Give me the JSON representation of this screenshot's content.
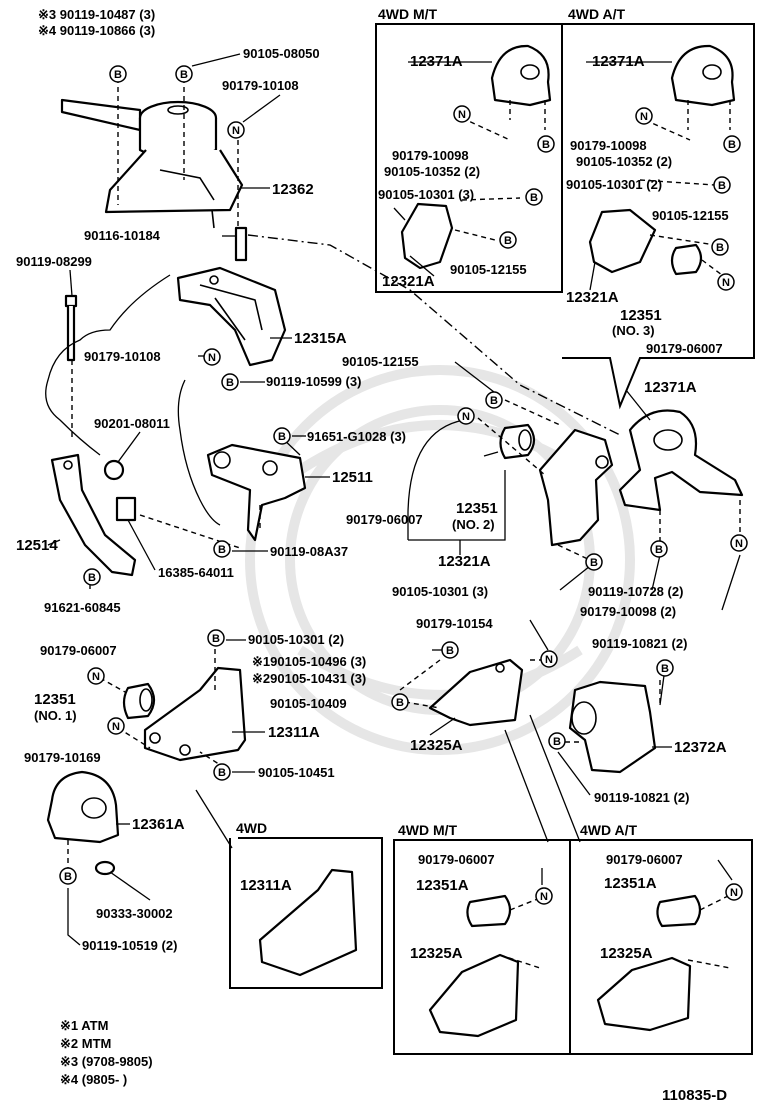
{
  "symbols": {
    "bolt": "B",
    "nut": "N"
  },
  "labels": {
    "note3_part": "※3 90119-10487 (3)",
    "note4_part": "※4 90119-10866 (3)",
    "p90105_08050": "90105-08050",
    "p90179_10108_top": "90179-10108",
    "p12362": "12362",
    "p90116_10184": "90116-10184",
    "p90119_08299": "90119-08299",
    "p12315A": "12315A",
    "p90179_10108_mid": "90179-10108",
    "p90119_10599": "90119-10599 (3)",
    "p90105_12155_mid": "90105-12155",
    "p90201_08011": "90201-08011",
    "p91651_G1028": "91651-G1028 (3)",
    "p12511": "12511",
    "p12514": "12514",
    "p90119_08A37": "90119-08A37",
    "p16385_64011": "16385-64011",
    "p91621_60845": "91621-60845",
    "p12371A_main": "12371A",
    "p90179_06007_mid": "90179-06007",
    "p12351_no2_a": "12351",
    "p12351_no2_b": "(NO. 2)",
    "p12321A_main": "12321A",
    "p90105_10301_main": "90105-10301 (3)",
    "p90119_10728": "90119-10728 (2)",
    "p90179_10098_main": "90179-10098 (2)",
    "p90179_06007_left": "90179-06007",
    "p90105_10301_2": "90105-10301 (2)",
    "p90105_10496": "※190105-10496 (3)",
    "p90105_10431": "※290105-10431 (3)",
    "p12351_no1_a": "12351",
    "p12351_no1_b": "(NO. 1)",
    "p12311A": "12311A",
    "p90179_10169": "90179-10169",
    "p90105_10451": "90105-10451",
    "p12361A": "12361A",
    "p90179_10154": "90179-10154",
    "p90105_10409": "90105-10409",
    "p12325A": "12325A",
    "p90119_10821_top": "90119-10821 (2)",
    "p12372A": "12372A",
    "p90119_10821_bot": "90119-10821 (2)",
    "p90333_30002": "90333-30002",
    "p90119_10519": "90119-10519 (2)"
  },
  "boxes": {
    "top_mt": {
      "header": "4WD  M/T",
      "p12371A": "12371A",
      "p90179_10098": "90179-10098",
      "p90105_10352": "90105-10352 (2)",
      "p90105_10301": "90105-10301 (3)",
      "p12321A": "12321A",
      "p90105_12155": "90105-12155"
    },
    "top_at": {
      "header": "4WD  A/T",
      "p12371A": "12371A",
      "p90179_10098": "90179-10098",
      "p90105_10352": "90105-10352 (2)",
      "p90105_10301": "90105-10301 (2)",
      "p90105_12155": "90105-12155",
      "p12321A": "12321A",
      "p12351": "12351",
      "p12351_no": "(NO. 3)",
      "p90179_06007": "90179-06007"
    },
    "bottom_4wd": {
      "header": "4WD",
      "p12311A": "12311A"
    },
    "bottom_mt": {
      "header": "4WD  M/T",
      "p90179_06007": "90179-06007",
      "p12351A": "12351A",
      "p12325A": "12325A"
    },
    "bottom_at": {
      "header": "4WD  A/T",
      "p90179_06007": "90179-06007",
      "p12351A": "12351A",
      "p12325A": "12325A"
    }
  },
  "notes": {
    "n1": "※1 ATM",
    "n2": "※2 MTM",
    "n3": "※3 (9708-9805)",
    "n4": "※4 (9805-        )"
  },
  "figure_id": "110835-D"
}
